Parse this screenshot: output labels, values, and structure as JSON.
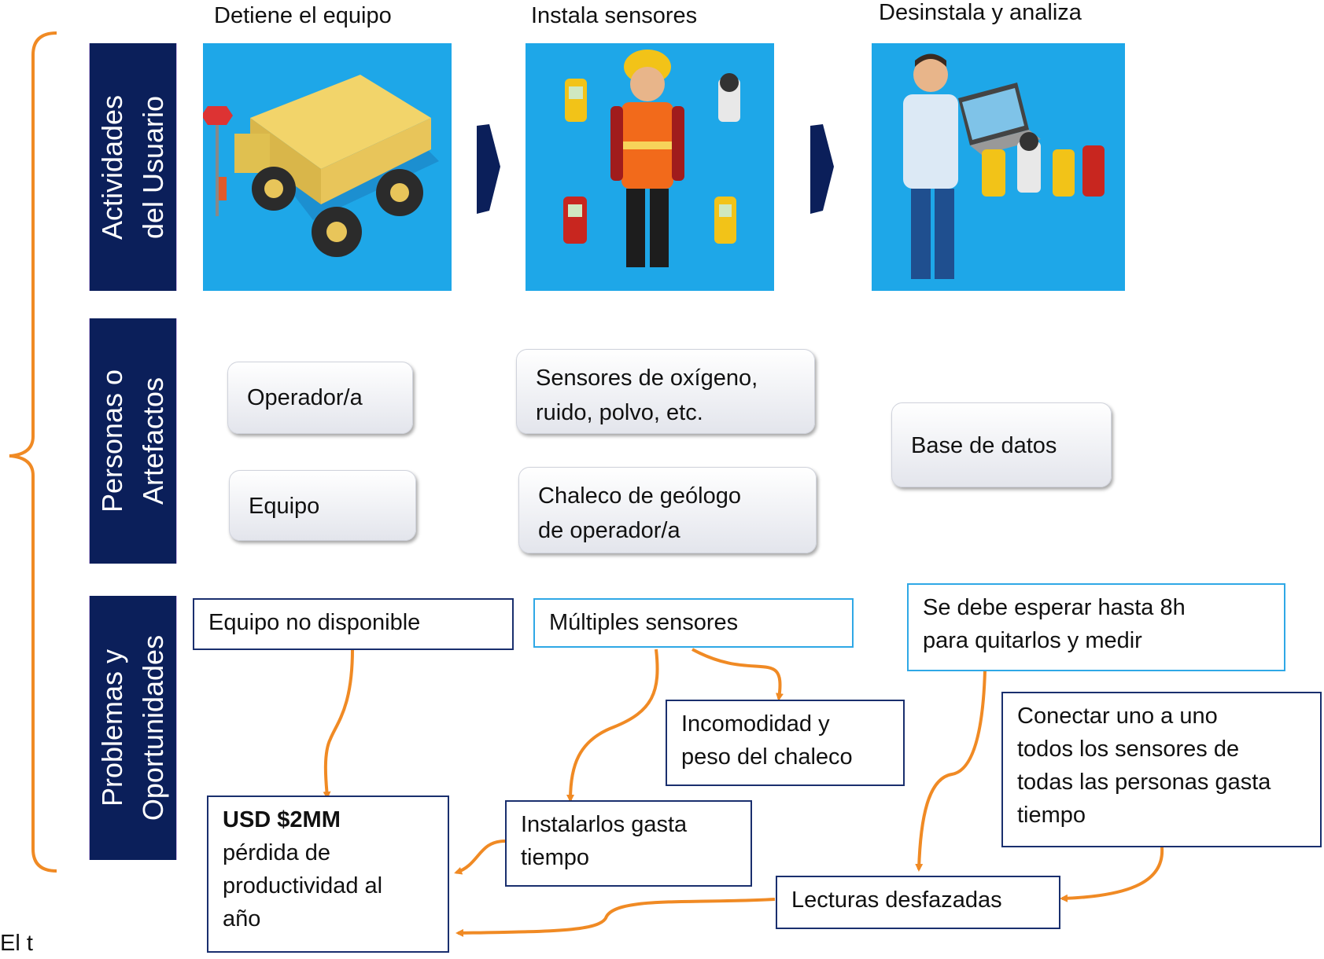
{
  "steps": {
    "s1": "Detiene el equipo",
    "s2": "Instala sensores",
    "s3": "Desinstala y analiza"
  },
  "rows": {
    "r1": [
      "Actividades",
      "del Usuario"
    ],
    "r2": [
      "Personas o",
      "Artefactos"
    ],
    "r3": [
      "Problemas y",
      "Oportunidades"
    ]
  },
  "artifacts": {
    "operador": "Operador/a",
    "equipo": "Equipo",
    "sensores": [
      "Sensores de oxígeno,",
      "ruido, polvo, etc."
    ],
    "chaleco": [
      "Chaleco de geólogo",
      "de operador/a"
    ],
    "base": "Base de datos"
  },
  "problems": {
    "no_disponible": "Equipo no disponible",
    "multiples": "Múltiples sensores",
    "esperar": [
      "Se debe esperar hasta 8h",
      "para quitarlos y medir"
    ],
    "incomodidad": [
      "Incomodidad y",
      "peso del chaleco"
    ],
    "conectar": [
      "Conectar uno a uno",
      "todos los sensores de",
      "todas las personas gasta",
      "tiempo"
    ],
    "perdida_bold": "USD $2MM",
    "perdida": [
      "pérdida de",
      "productividad al",
      "año"
    ],
    "instalar": [
      "Instalarlos gasta",
      "tiempo"
    ],
    "lecturas": "Lecturas desfazadas"
  },
  "footer_fragment": "El t",
  "colors": {
    "navy": "#0b1f5a",
    "orange": "#f08a24",
    "sky": "#1ea7e8",
    "box_dark": "#1a2f6e",
    "box_light": "#2fa8e6"
  },
  "icons": [
    "dump-truck-icon",
    "worker-sensors-icon",
    "analyst-laptop-icon",
    "chevron-arrow-icon"
  ]
}
